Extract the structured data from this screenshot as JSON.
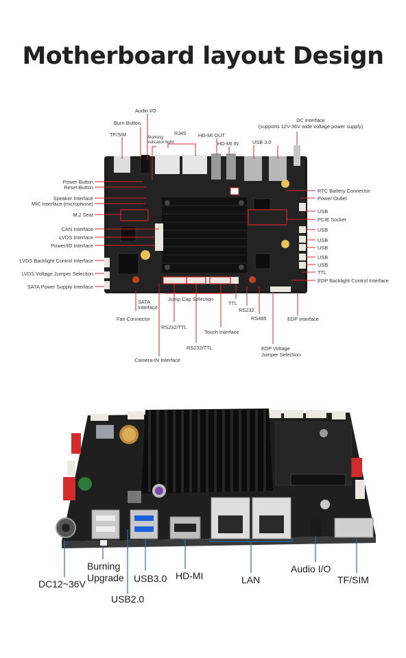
{
  "title": "Motherboard layout Design",
  "top_labels": {
    "audio_io": "Audio I/O",
    "burn_button": "Burn Button",
    "tf_sim": "TF/SIM",
    "working_light_1": "Working",
    "working_light_2": "Indicator light",
    "rj45": "RJ45",
    "hdmi_out": "HD-MI OUT",
    "hdmi_in": "HD-MI IN",
    "usb30": "USB 3.0",
    "dc_interface_1": "DC Interface",
    "dc_interface_2": "(supports 12V-36V wide voltage power supply)"
  },
  "left_labels": [
    "Power Button",
    "Reset Button",
    "Speaker Interface",
    "MIC Interface (microphone)",
    "M.2 Seat",
    "CAN Interface",
    "LVDS Interface",
    "Power/IO Interface",
    "LVDS Backlight Control Interface",
    "LVDS Voltage Jumper Selection",
    "SATA Power Supply Interface"
  ],
  "right_labels": [
    "RTC Battery Connector",
    "Power Outlet",
    "USB",
    "PCIE Socket",
    "USB",
    "USB",
    "USB",
    "USB",
    "USB",
    "TTL",
    "EDP Backlight Control Interface"
  ],
  "bottom_labels": {
    "sata_1": "SATA",
    "sata_2": "Interface",
    "fan": "Fan Connector",
    "jump_cap": "Jump Cap Selection",
    "ttl": "TTL",
    "rs232_a": "RS232",
    "rs485": "RS485",
    "edp": "EDP Interface",
    "rs232_ttl_a": "RS232/TTL",
    "touch": "Touch Interface",
    "rs232_ttl_b": "RS232/TTL",
    "edp_voltage_1": "EDP Voltage",
    "edp_voltage_2": "Jumper Selection",
    "camera": "Camera-IN Interface"
  },
  "photo_labels": {
    "dc": "DC12~36V",
    "burning_1": "Burning",
    "burning_2": "Upgrade",
    "usb30": "USB3.0",
    "usb20": "USB2.0",
    "hdmi": "HD-MI",
    "lan": "LAN",
    "audio": "Audio I/O",
    "tfsim": "TF/SIM"
  },
  "colors": {
    "pcb": "#1c1c1c",
    "heatsink": "#111111",
    "leader_red": "#d8232a",
    "leader_blue": "#1e6fb8",
    "connector_white": "#e9e6df"
  }
}
